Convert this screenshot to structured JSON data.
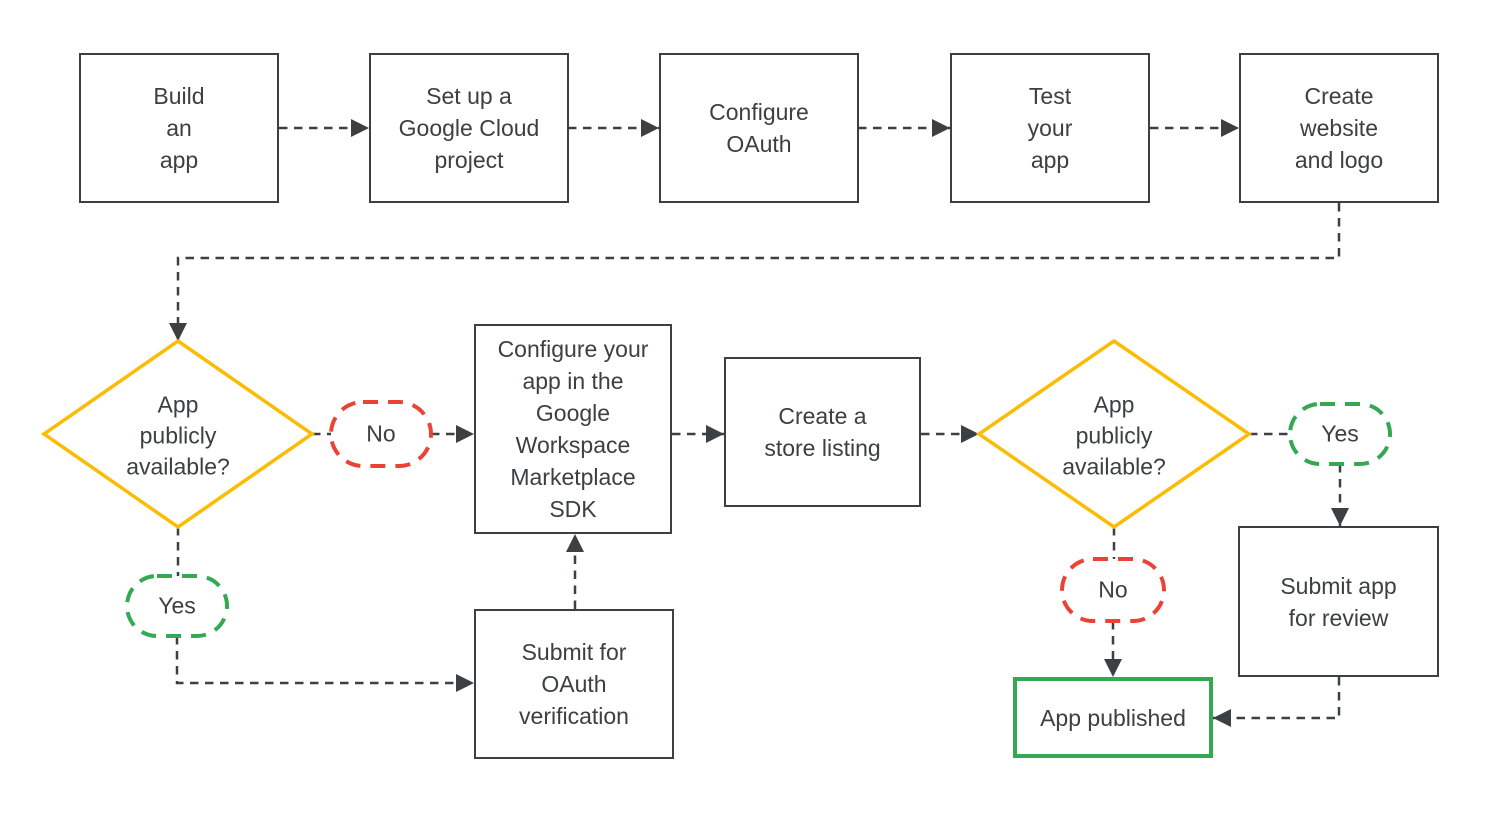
{
  "flowchart": {
    "colors": {
      "outline": "#3c4043",
      "text": "#3c4043",
      "decision_yellow": "#fbbc04",
      "no_red": "#ea4335",
      "yes_green": "#34a853",
      "published_green": "#34a853",
      "background": "#ffffff"
    },
    "nodes": {
      "build_app": {
        "label": "Build\nan\napp"
      },
      "setup_project": {
        "label": "Set up a\nGoogle Cloud\nproject"
      },
      "configure_oauth": {
        "label": "Configure\nOAuth"
      },
      "test_app": {
        "label": "Test\nyour\napp"
      },
      "create_website": {
        "label": "Create\nwebsite\nand logo"
      },
      "configure_sdk": {
        "label": "Configure your\napp in the\nGoogle\nWorkspace\nMarketplace\nSDK"
      },
      "store_listing": {
        "label": "Create a\nstore listing"
      },
      "oauth_verification": {
        "label": "Submit for\nOAuth\nverification"
      },
      "submit_review": {
        "label": "Submit app\nfor review"
      },
      "app_published": {
        "label": "App published"
      }
    },
    "decisions": {
      "first": {
        "label": "App\npublicly\navailable?"
      },
      "second": {
        "label": "App\npublicly\navailable?"
      }
    },
    "branch_labels": {
      "first_no": "No",
      "first_yes": "Yes",
      "second_yes": "Yes",
      "second_no": "No"
    }
  }
}
